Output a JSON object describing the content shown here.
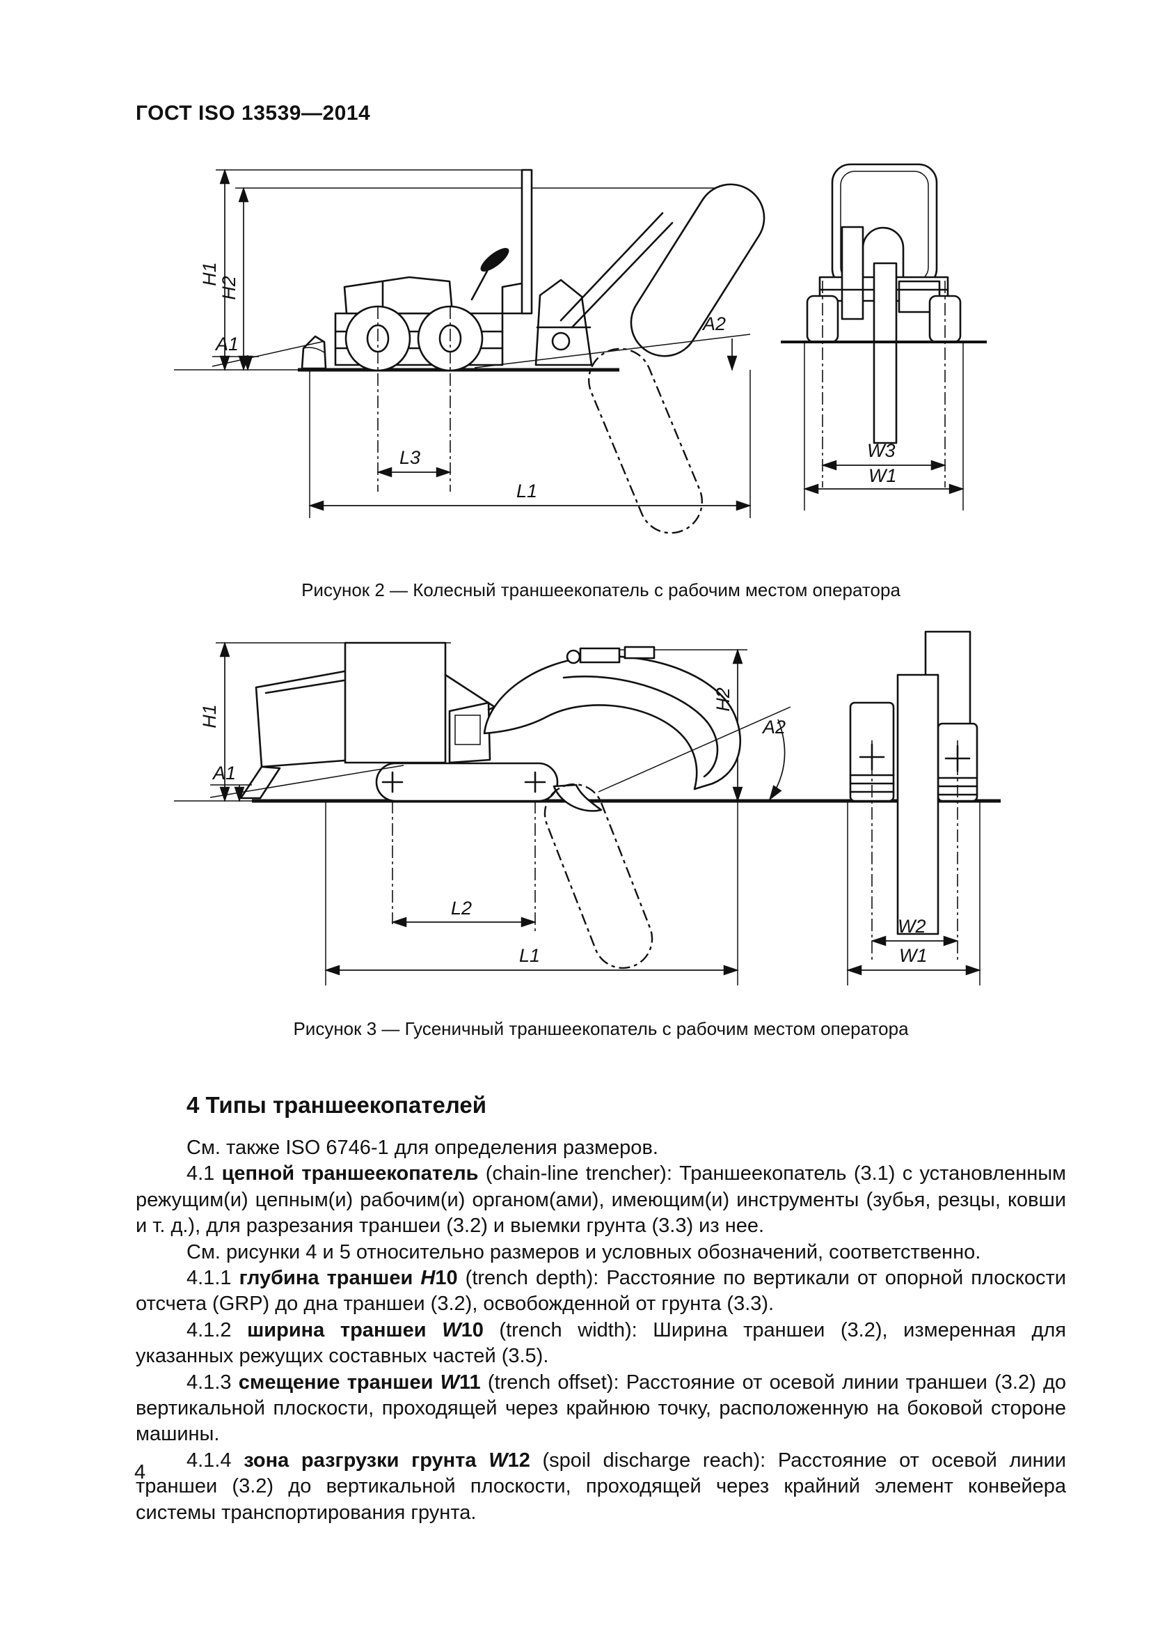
{
  "page": {
    "header": "ГОСТ ISO 13539—2014",
    "number": "4"
  },
  "figures": [
    {
      "caption": "Рисунок 2 — Колесный траншеекопатель с рабочим местом оператора",
      "labels": {
        "h1": "H1",
        "h2": "H2",
        "a1": "A1",
        "a2": "A2",
        "l3": "L3",
        "l1": "L1",
        "w3": "W3",
        "w1": "W1"
      }
    },
    {
      "caption": "Рисунок 3 — Гусеничный траншеекопатель с рабочим местом оператора",
      "labels": {
        "h1": "H1",
        "h2": "H2",
        "a1": "A1",
        "a2": "A2",
        "l2": "L2",
        "l1": "L1",
        "w2": "W2",
        "w1": "W1"
      }
    }
  ],
  "section": {
    "heading": "4 Типы траншеекопателей",
    "paragraphs": [
      {
        "runs": [
          {
            "text": "См. также ISO 6746-1 для определения размеров."
          }
        ]
      },
      {
        "runs": [
          {
            "text": "4.1 "
          },
          {
            "text": "цепной траншеекопатель",
            "bold": true
          },
          {
            "text": " (chain-line trencher): Траншеекопатель (3.1) с установленным режущим(и) цепным(и) рабочим(и) органом(ами), имеющим(и) инструменты (зубья, резцы, ковши и т. д.), для разрезания траншеи (3.2) и выемки грунта (3.3) из нее."
          }
        ]
      },
      {
        "runs": [
          {
            "text": "См. рисунки 4 и 5 относительно размеров и условных обозначений, соответственно."
          }
        ]
      },
      {
        "runs": [
          {
            "text": "4.1.1 "
          },
          {
            "text": "глубина траншеи ",
            "bold": true
          },
          {
            "text": "H",
            "bold": true,
            "italic": true
          },
          {
            "text": "10",
            "bold": true
          },
          {
            "text": " (trench depth): Расстояние по вертикали от опорной плоскости отсчета (GRP) до дна траншеи (3.2), освобожденной от грунта (3.3)."
          }
        ]
      },
      {
        "runs": [
          {
            "text": "4.1.2 "
          },
          {
            "text": "ширина траншеи ",
            "bold": true
          },
          {
            "text": "W",
            "bold": true,
            "italic": true
          },
          {
            "text": "10",
            "bold": true
          },
          {
            "text": " (trench width): Ширина траншеи (3.2), измеренная для указанных режущих составных частей (3.5)."
          }
        ]
      },
      {
        "runs": [
          {
            "text": "4.1.3 "
          },
          {
            "text": "смещение траншеи ",
            "bold": true
          },
          {
            "text": "W",
            "bold": true,
            "italic": true
          },
          {
            "text": "11",
            "bold": true
          },
          {
            "text": " (trench offset): Расстояние от осевой линии траншеи (3.2) до вертикальной плоскости, проходящей через крайнюю точку, расположенную на боковой стороне машины."
          }
        ]
      },
      {
        "runs": [
          {
            "text": "4.1.4 "
          },
          {
            "text": "зона разгрузки грунта ",
            "bold": true
          },
          {
            "text": "W",
            "bold": true,
            "italic": true
          },
          {
            "text": "12",
            "bold": true
          },
          {
            "text": " (spoil discharge reach): Расстояние от осевой линии траншеи (3.2) до вертикальной плоскости, проходящей через крайний элемент конвейера системы транспортирования грунта."
          }
        ]
      }
    ]
  }
}
